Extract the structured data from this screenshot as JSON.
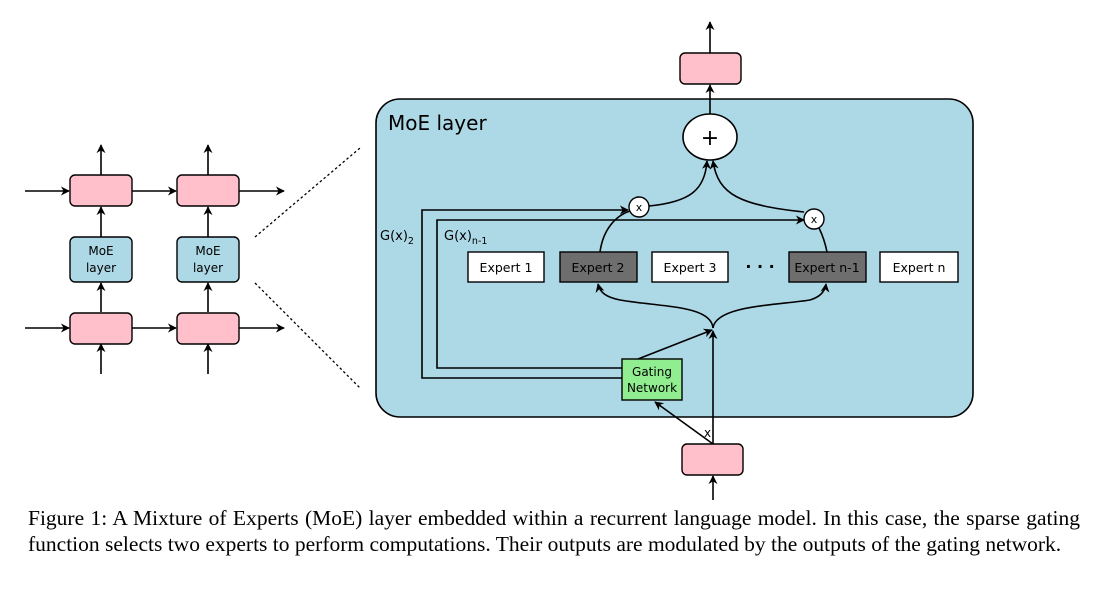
{
  "colors": {
    "pink": "#ffc0cb",
    "blue": "#add8e6",
    "green": "#90ee90",
    "expert_active": "#6e6e6e",
    "expert_inactive": "#ffffff",
    "stroke": "#000000"
  },
  "left_diagram": {
    "moe_box_line1": "MoE",
    "moe_box_line2": "layer"
  },
  "moe": {
    "title": "MoE layer",
    "plus_symbol": "+",
    "multiply_symbol": "x",
    "gating_line1": "Gating",
    "gating_line2": "Network",
    "input_label": "x",
    "gx2_base": "G(x)",
    "gx2_sub": "2",
    "gxn1_base": "G(x)",
    "gxn1_sub": "n-1",
    "ellipsis": "· · ·",
    "experts": [
      {
        "label": "Expert 1",
        "active": false
      },
      {
        "label": "Expert 2",
        "active": true
      },
      {
        "label": "Expert 3",
        "active": false
      },
      {
        "label": "Expert n-1",
        "active": true
      },
      {
        "label": "Expert n",
        "active": false
      }
    ]
  },
  "caption": "Figure 1: A Mixture of Experts (MoE) layer embedded within a recurrent language model. In this case, the sparse gating function selects two experts to perform computations. Their outputs are modulated by the outputs of the gating network."
}
